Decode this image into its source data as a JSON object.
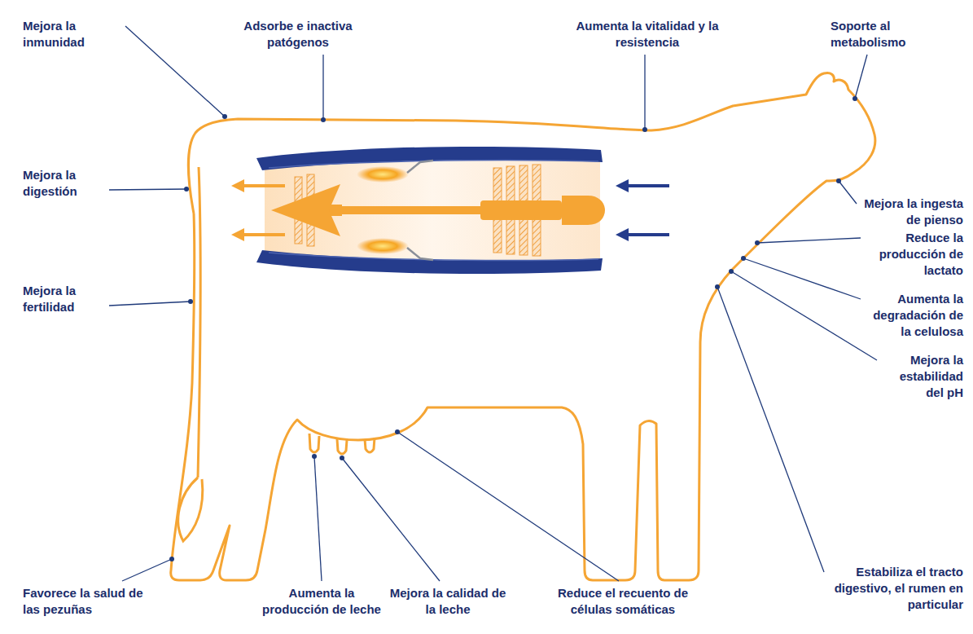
{
  "diagram": {
    "labels": [
      "Mejora la inmunidad",
      "Adsorbe e inactiva patógenos",
      "Aumenta la vitalidad y la resistencia",
      "Soporte al metabolismo",
      "Mejora la digestión",
      "Mejora la ingesta de pienso",
      "Mejora la fertilidad",
      "Reduce la producción de lactato",
      "Aumenta la degradación de la celulosa",
      "Mejora la estabilidad del pH",
      "Estabiliza el tracto digestivo, el rumen en particular",
      "Favorece la salud de las pezuñas",
      "Aumenta la producción de leche",
      "Mejora la calidad de la leche",
      "Reduce el recuento de células somáticas"
    ]
  }
}
